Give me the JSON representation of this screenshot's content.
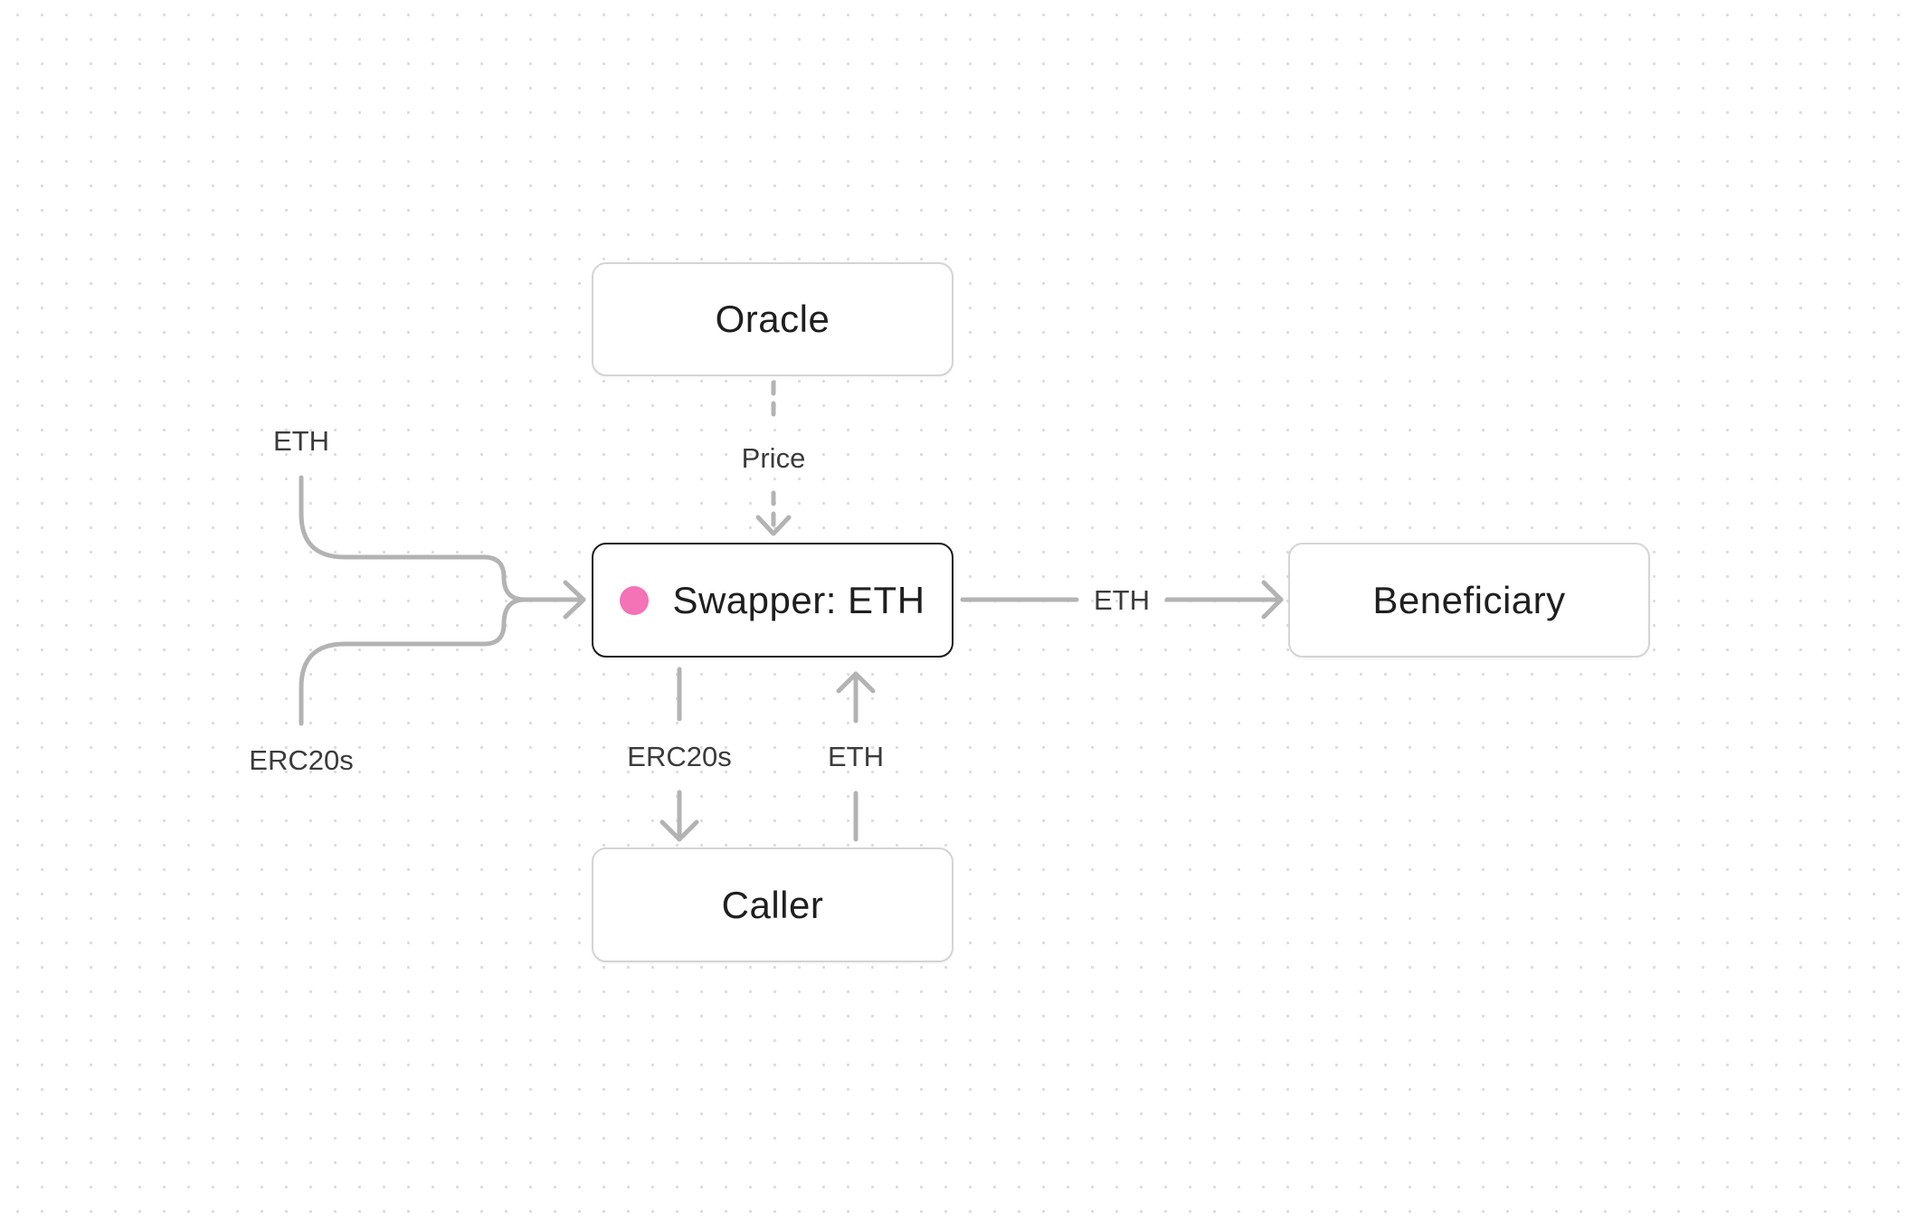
{
  "colors": {
    "edge": "#b3b3b3",
    "status_dot": "#f472b6",
    "active_border": "#1c1c1c",
    "node_border": "#d4d4d4"
  },
  "nodes": {
    "oracle": {
      "label": "Oracle"
    },
    "swapper": {
      "label": "Swapper: ETH",
      "status": "active"
    },
    "beneficiary": {
      "label": "Beneficiary"
    },
    "caller": {
      "label": "Caller"
    }
  },
  "edges": {
    "price": {
      "label": "Price",
      "from": "Oracle",
      "to": "Swapper: ETH",
      "style": "dashed"
    },
    "eth_input": {
      "label": "ETH",
      "to": "Swapper: ETH"
    },
    "erc20_input": {
      "label": "ERC20s",
      "to": "Swapper: ETH"
    },
    "eth_to_beneficiary": {
      "label": "ETH",
      "from": "Swapper: ETH",
      "to": "Beneficiary"
    },
    "erc20_to_caller": {
      "label": "ERC20s",
      "from": "Swapper: ETH",
      "to": "Caller"
    },
    "eth_from_caller": {
      "label": "ETH",
      "from": "Caller",
      "to": "Swapper: ETH"
    }
  }
}
